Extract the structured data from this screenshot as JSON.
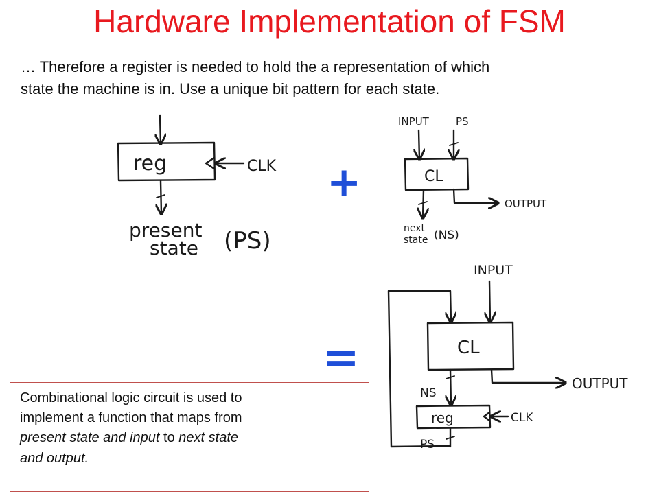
{
  "title": "Hardware Implementation of FSM",
  "intro": {
    "line1": "… Therefore a register is needed to hold the a representation of which",
    "line2": "state the machine is in.  Use a unique bit pattern for each state."
  },
  "diagram_register": {
    "box_label": "reg",
    "clk_label": "CLK",
    "output_label_line1": "present",
    "output_label_line2": "state",
    "abbrev": "(PS)"
  },
  "diagram_cl": {
    "input_label": "INPUT",
    "ps_label": "PS",
    "box_label": "CL",
    "output_label": "OUTPUT",
    "next_label_line1": "next",
    "next_label_line2": "state",
    "abbrev": "(NS)"
  },
  "diagram_fsm": {
    "input_label": "INPUT",
    "cl_label": "CL",
    "output_label": "OUTPUT",
    "ns_label": "NS",
    "reg_label": "reg",
    "clk_label": "CLK",
    "ps_label": "PS"
  },
  "operators": {
    "plus": "+",
    "equals": "="
  },
  "callout": {
    "t1": "Combinational logic circuit is used to",
    "t2": "implement a function that maps from",
    "t3_i": "present state and input",
    "t3_b": " to ",
    "t3_i2": "next state",
    "t4_i": "and output."
  },
  "colors": {
    "title": "#e8191f",
    "operator": "#1f4fd8",
    "callout_border": "#c0504d"
  }
}
